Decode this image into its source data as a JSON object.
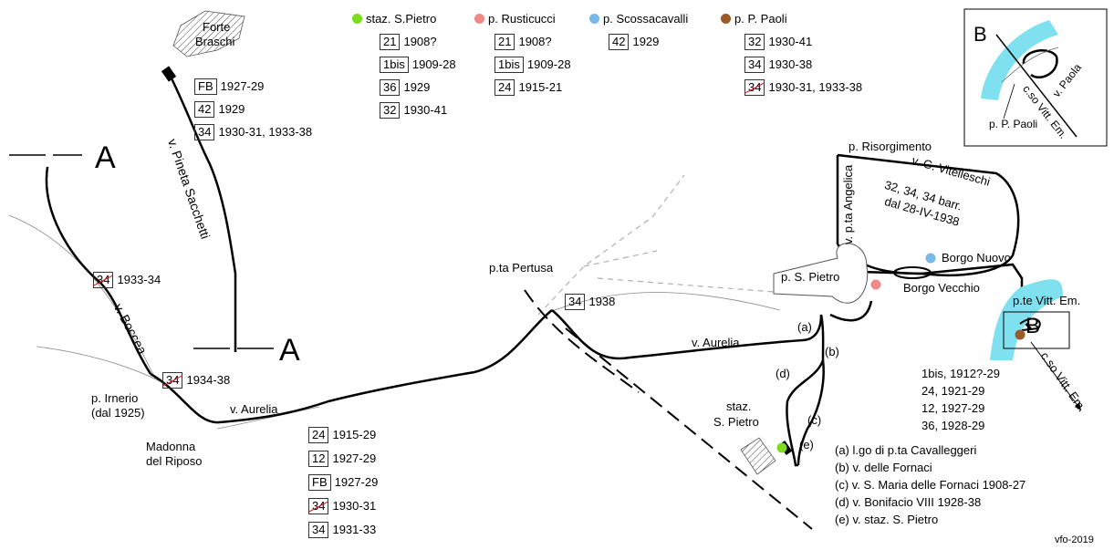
{
  "legend": [
    {
      "name": "staz. S.Pietro",
      "color": "#7ddc1f",
      "entries": [
        [
          "21",
          "1908?"
        ],
        [
          "1bis",
          "1909-28"
        ],
        [
          "36",
          "1929"
        ],
        [
          "32",
          "1930-41"
        ]
      ]
    },
    {
      "name": "p. Rusticucci",
      "color": "#f08a8a",
      "entries": [
        [
          "21",
          "1908?"
        ],
        [
          "1bis",
          "1909-28"
        ],
        [
          "24",
          "1915-21"
        ]
      ]
    },
    {
      "name": "p. Scossacavalli",
      "color": "#7ab8e8",
      "entries": [
        [
          "42",
          "1929"
        ]
      ]
    },
    {
      "name": "p. P. Paoli",
      "color": "#9a5b2a",
      "entries": [
        [
          "32",
          "1930-41"
        ],
        [
          "34",
          "1930-38"
        ],
        [
          "34",
          "1930-31, 1933-38",
          true
        ]
      ]
    }
  ],
  "braschi_entries": [
    [
      "FB",
      "1927-29"
    ],
    [
      "42",
      "1929"
    ],
    [
      "34",
      "1930-31, 1933-38"
    ]
  ],
  "boccea_entries": [
    [
      "34",
      "1933-34",
      true
    ]
  ],
  "irnerio_entries": [
    [
      "34",
      "1934-38",
      true
    ]
  ],
  "pertusa_entries": [
    [
      "34",
      "1938"
    ]
  ],
  "aurelia_entries": [
    [
      "24",
      "1915-29"
    ],
    [
      "12",
      "1927-29"
    ],
    [
      "FB",
      "1927-29"
    ],
    [
      "34",
      "1930-31",
      true
    ],
    [
      "34",
      "1931-33"
    ]
  ],
  "labels": {
    "forte": "Forte",
    "braschi": "Braschi",
    "section_a": "A",
    "section_b": "B",
    "pineta": "v. Pineta Sacchetti",
    "boccea": "v. Boccea",
    "irnerio": "p. Irnerio",
    "irnerio_date": "(dal 1925)",
    "aurelia": "v. Aurelia",
    "madonna": "Madonna",
    "riposo": "del Riposo",
    "pertusa": "p.ta Pertusa",
    "aurelia2": "v. Aurelia",
    "staz": "staz.",
    "staz2": "S. Pietro",
    "risorgimento": "p. Risorgimento",
    "angelica": "v. p.ta Angelica",
    "vitelleschi": "v. G. Vitelleschi",
    "barr1": "32, 34, 34 barr.",
    "barr2": "dal 28-IV-1938",
    "s_pietro": "p. S. Pietro",
    "borgo_nuovo": "Borgo Nuovo",
    "borgo_vecchio": "Borgo Vecchio",
    "vitt_em": "p.te Vitt. Em.",
    "corso": "c.so Vitt. Em.",
    "inset_paola": "v. Paola",
    "inset_corso": "c.so Vitt. Em.",
    "inset_paoli": "p. P. Paoli",
    "a_mark": "(a)",
    "b_mark": "(b)",
    "c_mark": "(c)",
    "d_mark": "(d)",
    "e_mark": "(e)",
    "signature": "vfo-2019"
  },
  "bridge_years": [
    "1bis, 1912?-29",
    "24, 1921-29",
    "12, 1927-29",
    "36, 1928-29"
  ],
  "notes": [
    "(a) l.go di p.ta Cavalleggeri",
    "(b) v. delle Fornaci",
    "(c) v. S. Maria delle Fornaci 1908-27",
    "(d) v. Bonifacio VIII 1928-38",
    "(e) v. staz. S. Pietro"
  ],
  "colors": {
    "river": "#7fe0ef",
    "strike": "#e0101a",
    "line": "#000000",
    "old_road": "#b0b0b0"
  }
}
